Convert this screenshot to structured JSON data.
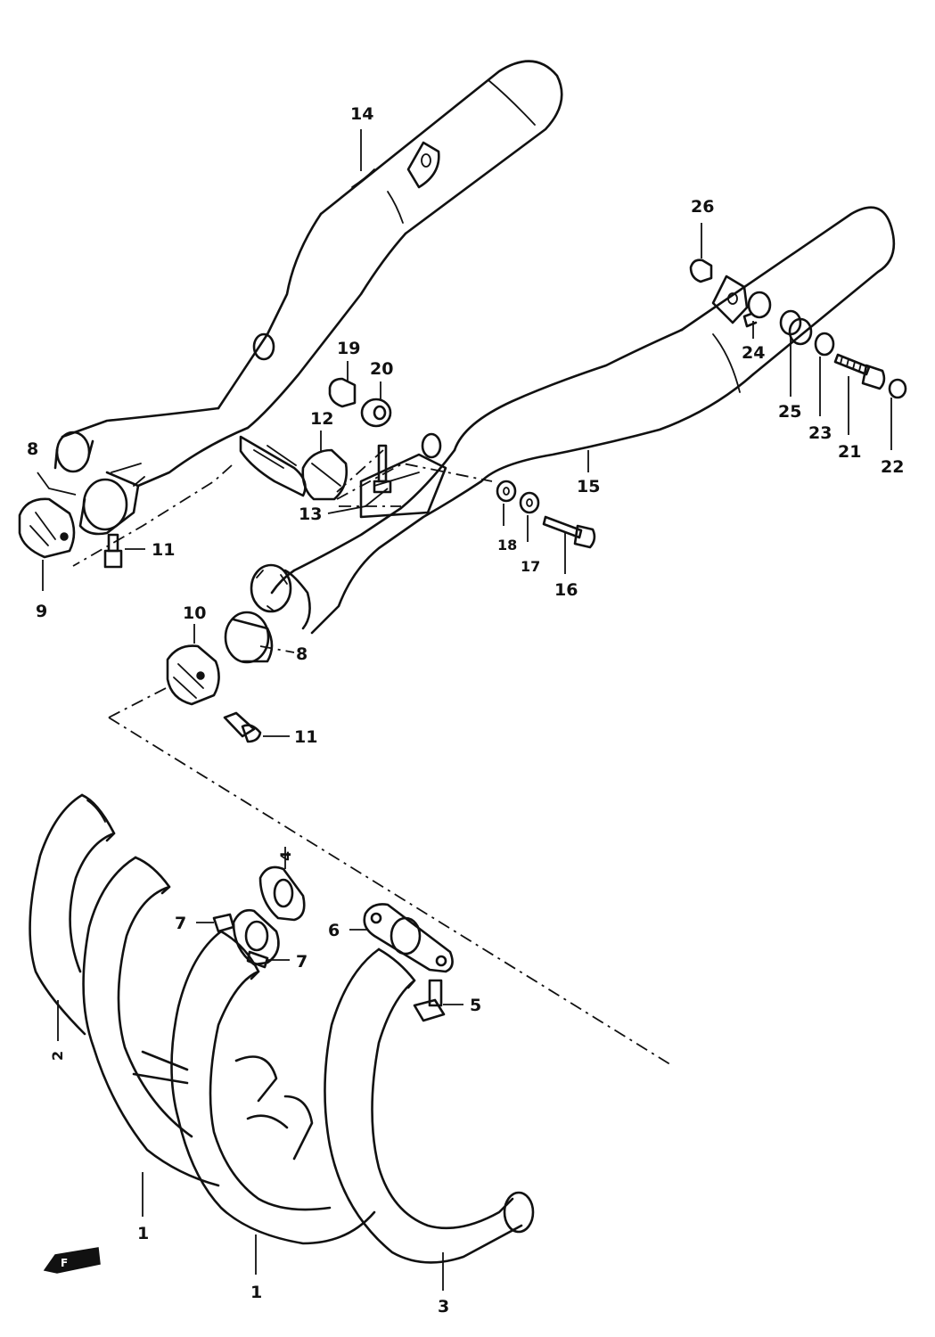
{
  "diagram": {
    "callouts": [
      {
        "id": "c1a",
        "label": "1"
      },
      {
        "id": "c1b",
        "label": "1"
      },
      {
        "id": "c2",
        "label": "2"
      },
      {
        "id": "c3",
        "label": "3"
      },
      {
        "id": "c4",
        "label": "4"
      },
      {
        "id": "c5",
        "label": "5"
      },
      {
        "id": "c6",
        "label": "6"
      },
      {
        "id": "c7a",
        "label": "7"
      },
      {
        "id": "c7b",
        "label": "7"
      },
      {
        "id": "c8a",
        "label": "8"
      },
      {
        "id": "c8b",
        "label": "8"
      },
      {
        "id": "c9",
        "label": "9"
      },
      {
        "id": "c10",
        "label": "10"
      },
      {
        "id": "c11a",
        "label": "11"
      },
      {
        "id": "c11b",
        "label": "11"
      },
      {
        "id": "c12",
        "label": "12"
      },
      {
        "id": "c13",
        "label": "13"
      },
      {
        "id": "c14",
        "label": "14"
      },
      {
        "id": "c15",
        "label": "15"
      },
      {
        "id": "c16",
        "label": "16"
      },
      {
        "id": "c17",
        "label": "17"
      },
      {
        "id": "c18",
        "label": "18"
      },
      {
        "id": "c19",
        "label": "19"
      },
      {
        "id": "c20",
        "label": "20"
      },
      {
        "id": "c21",
        "label": "21"
      },
      {
        "id": "c22",
        "label": "22"
      },
      {
        "id": "c23",
        "label": "23"
      },
      {
        "id": "c24",
        "label": "24"
      },
      {
        "id": "c25",
        "label": "25"
      },
      {
        "id": "c26",
        "label": "26"
      }
    ],
    "front_mark": "F"
  }
}
